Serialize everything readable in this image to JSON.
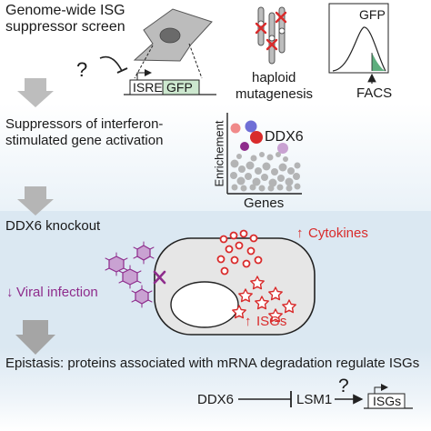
{
  "section1": {
    "title_line1": "Genome-wide ISG",
    "title_line2": "suppressor screen",
    "question_mark": "?",
    "reporter_isre": "ISRE",
    "reporter_gfp": "GFP",
    "haploid_line1": "haploid",
    "haploid_line2": "mutagenesis",
    "gfp_plot_label": "GFP",
    "facs_label": "FACS"
  },
  "section2": {
    "title_line1": "Suppressors of interferon-",
    "title_line2": "stimulated gene activation",
    "y_axis_label": "Enrichement",
    "x_axis_label": "Genes",
    "hit_label": "DDX6"
  },
  "section3": {
    "title": "DDX6 knockout",
    "cytokines_label": "Cytokines",
    "isgs_label": "ISGs",
    "viral_label": "Viral infection",
    "up_arrow": "↑",
    "down_arrow": "↓"
  },
  "section4": {
    "title": "Epistasis: proteins associated with mRNA degradation regulate ISGs",
    "ddx6": "DDX6",
    "lsm1": "LSM1",
    "question_mark": "?",
    "isgs": "ISGs"
  },
  "colors": {
    "band_bg": "#dbe8f2",
    "red": "#d92b2b",
    "purple": "#8e2c8c",
    "virus_fill": "#c9a2d2",
    "gfp_green": "#5fae7e",
    "reporter_green_bg": "#cde8cf",
    "cell_fill": "#e6e6e6",
    "step_arrow": "#a9a9a9"
  }
}
